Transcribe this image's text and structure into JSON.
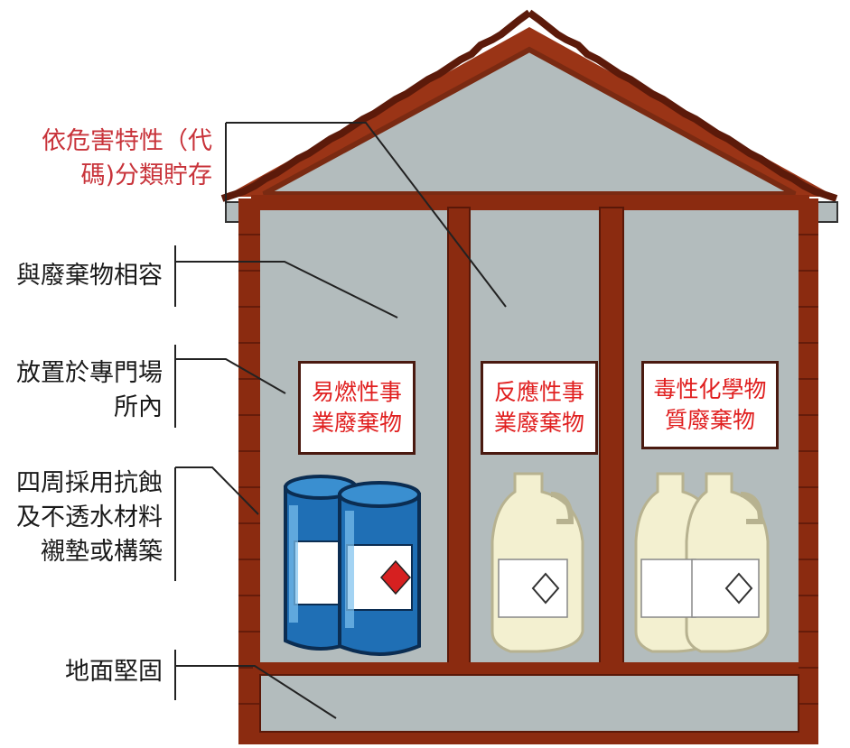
{
  "labels": {
    "classify": "依危害特性（代\n碼)分類貯存",
    "compatible": "與廢棄物相容",
    "dedicated": "放置於專門場\n所內",
    "lining": "四周採用抗蝕\n及不透水材料\n襯墊或構築",
    "floor": "地面堅固"
  },
  "signs": {
    "flammable": "易燃性事\n業廢棄物",
    "reactive": "反應性事\n業廢棄物",
    "toxic": "毒性化學物\n質廢棄物"
  },
  "colors": {
    "brick": "#8b2b10",
    "wall": "#b3bcbd",
    "label_red": "#c8333a",
    "sign_text": "#e01f1f",
    "drum": "#1f6fb5",
    "jug": "#f3f0d0"
  }
}
